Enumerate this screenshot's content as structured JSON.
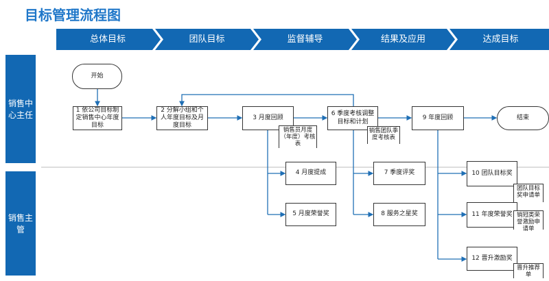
{
  "title": "目标管理流程图",
  "phases": [
    "总体目标",
    "团队目标",
    "监督辅导",
    "结果及应用",
    "达成目标"
  ],
  "lanes": [
    "销售中心主任",
    "销售主管"
  ],
  "nodes": {
    "start": "开始",
    "n1": "1 依公司目标制定销售中心年度目标",
    "n2": "2 分解小组和个人年度目标及月度目标",
    "n3": "3 月度回顾",
    "n4": "4 月度提成",
    "n5": "5 月度荣誉奖",
    "n6": "6 季度考核调整目标和计划",
    "n7": "7 季度评奖",
    "n8": "8 服务之星奖",
    "n9": "9 年度回顾",
    "end": "结束",
    "n10": "10 团队目标奖",
    "n11": "11 年度荣誉奖",
    "n12": "12 晋升激励奖"
  },
  "documents": {
    "d3": "销售员月度（年度）考核表",
    "d6": "销售团队季度考核表",
    "d10": "团队目标奖申请单",
    "d11": "销冠类荣誉激励申请单",
    "d12": "晋升推荐单"
  },
  "colors": {
    "accent": "#1268b3",
    "line": "#1f6fb5"
  }
}
